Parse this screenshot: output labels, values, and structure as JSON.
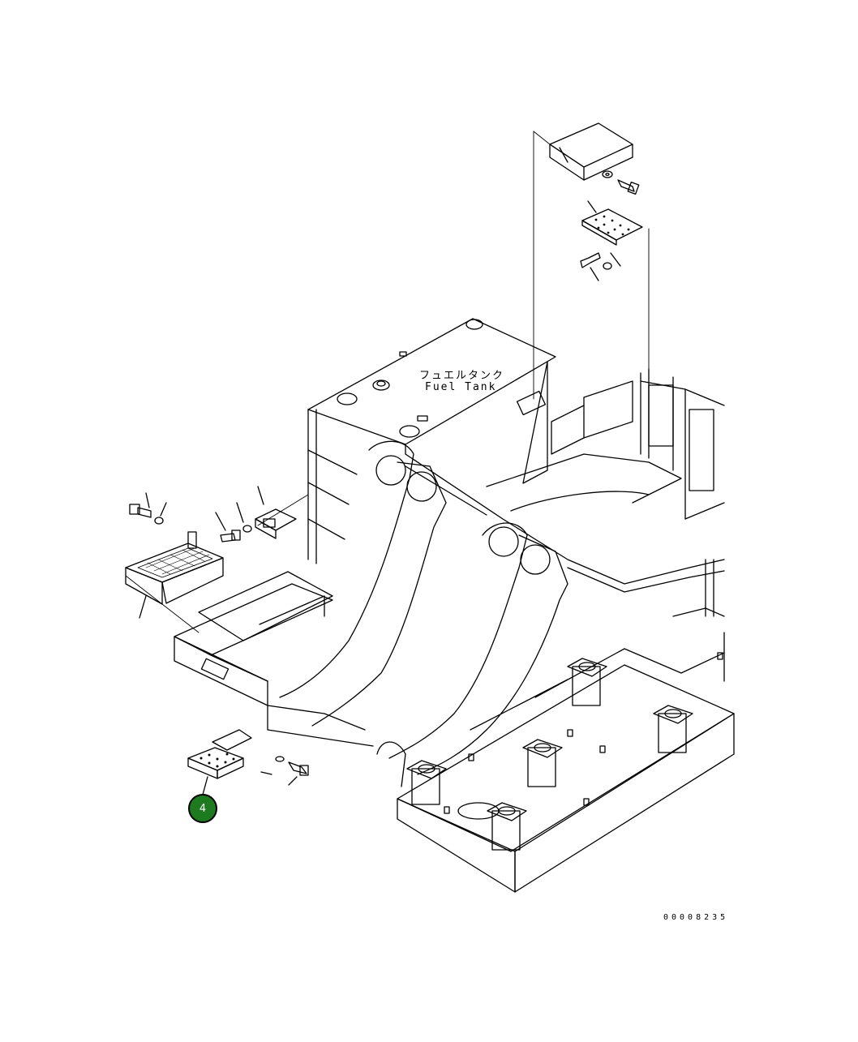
{
  "labels": {
    "fuel_tank_jp": "フュエルタンク",
    "fuel_tank_en": "Fuel Tank"
  },
  "callout": {
    "item_number": "4",
    "color": "#1e7a1e"
  },
  "drawing_id": "00008235",
  "icons": [
    "bolt-icon",
    "washer-icon",
    "step-plate-icon",
    "grating-icon",
    "bracket-icon"
  ]
}
